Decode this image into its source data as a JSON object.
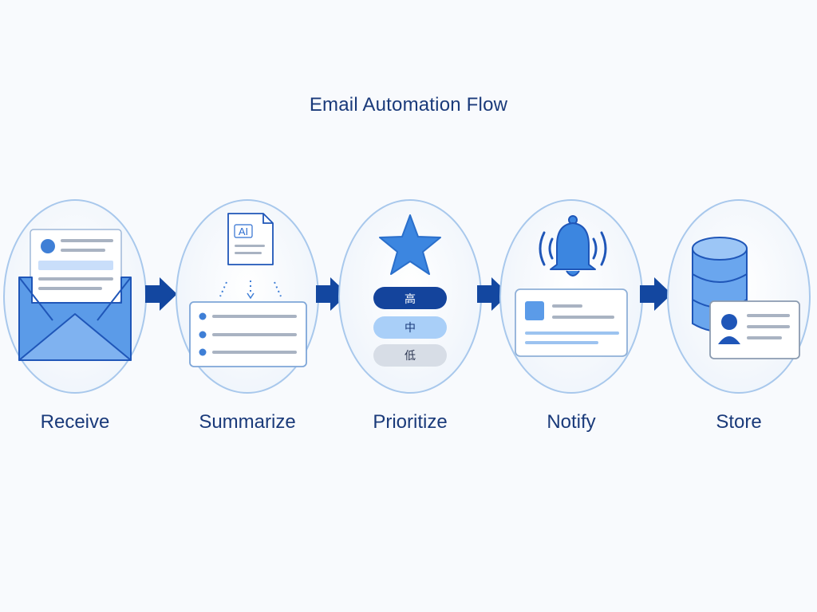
{
  "title": "Email Automation Flow",
  "steps": [
    {
      "label": "Receive"
    },
    {
      "label": "Summarize",
      "badge": "AI"
    },
    {
      "label": "Prioritize",
      "priorities": [
        "高",
        "中",
        "低"
      ]
    },
    {
      "label": "Notify"
    },
    {
      "label": "Store"
    }
  ]
}
